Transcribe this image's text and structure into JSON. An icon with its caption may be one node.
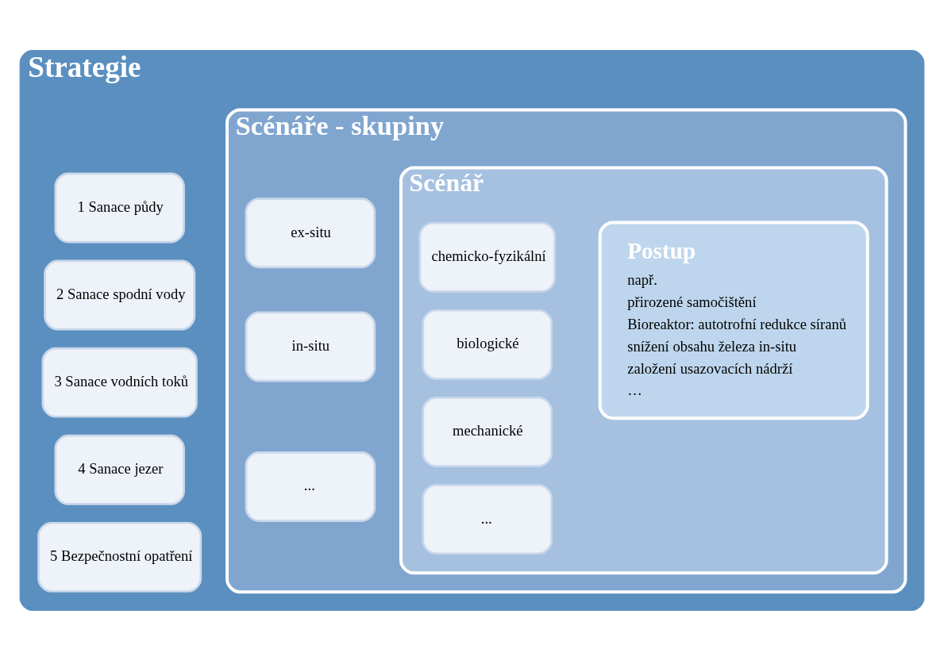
{
  "diagram": {
    "nodes": [
      {
        "text": [
          "Strategie"
        ]
      },
      {
        "text": [
          "1 Sanace půdy"
        ],
        "in": 0
      },
      {
        "text": [
          "2 Sanace spodní vody"
        ],
        "in": 0
      },
      {
        "text": [
          "3 Sanace vodních toků"
        ],
        "in": 0
      },
      {
        "text": [
          "4 Sanace jezer"
        ],
        "in": 0
      },
      {
        "text": [
          "5 Bezpečnostní opatření"
        ],
        "in": 0
      },
      {
        "text": [
          "Scénáře - skupiny"
        ],
        "in": 0
      },
      {
        "text": [
          "ex-situ"
        ],
        "in": 6
      },
      {
        "text": [
          "in-situ"
        ],
        "in": 6
      },
      {
        "text": [
          "..."
        ],
        "in": 6
      },
      {
        "text": [
          "Scénář"
        ],
        "in": 6
      },
      {
        "text": [
          "chemicko-fyzikální"
        ],
        "in": 10
      },
      {
        "text": [
          "biologické"
        ],
        "in": 10
      },
      {
        "text": [
          "mechanické"
        ],
        "in": 10
      },
      {
        "text": [
          "..."
        ],
        "in": 10
      },
      {
        "text": [
          "Postup",
          "např.",
          "přirozené samočištění",
          "Bioreaktor: autotrofní redukce síranů",
          "snížení obsahu železa in-situ",
          "založení usazovacích nádrží",
          "…"
        ],
        "in": 10
      }
    ]
  }
}
